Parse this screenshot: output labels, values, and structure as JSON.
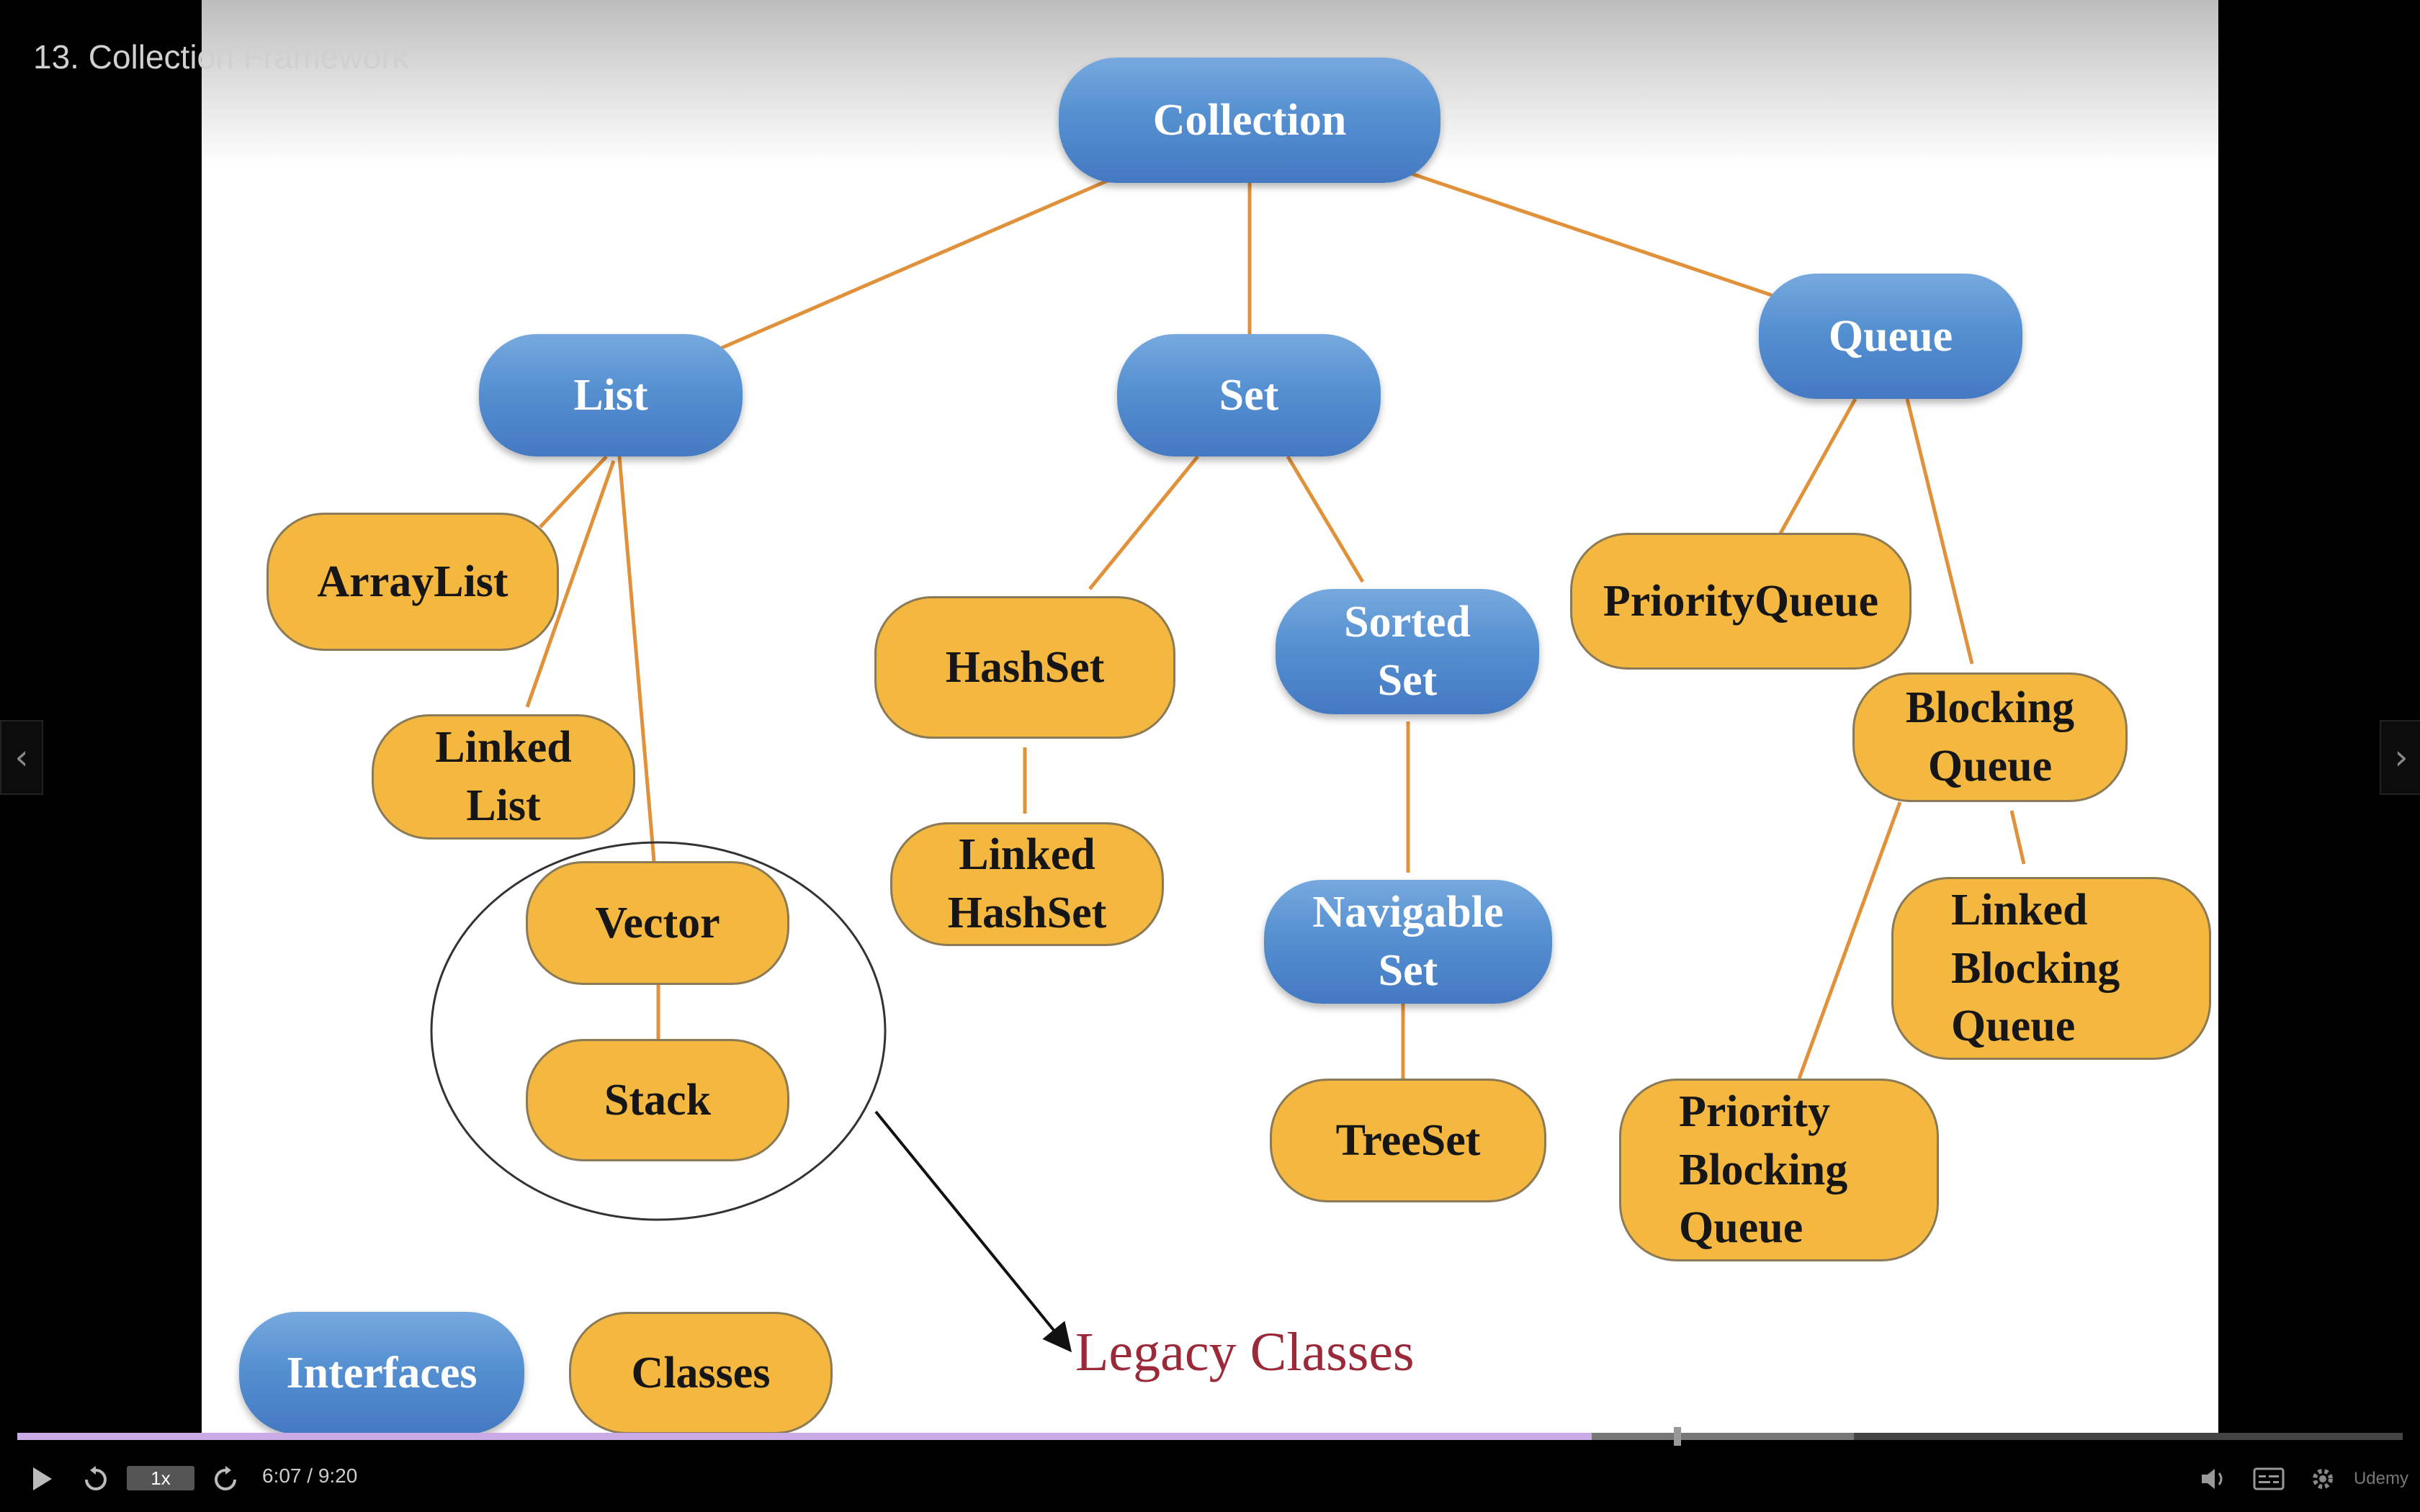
{
  "player": {
    "lecture_title": "13. Collection Framework",
    "speed": "1x",
    "time": "6:07 / 9:20",
    "progress_fraction": 0.66,
    "buffered_fraction": 0.77,
    "brand": "Udemy"
  },
  "diagram": {
    "nodes": {
      "collection": "Collection",
      "list": "List",
      "set": "Set",
      "queue": "Queue",
      "arraylist": "ArrayList",
      "linkedlist": "Linked List",
      "vector": "Vector",
      "stack": "Stack",
      "hashset": "HashSet",
      "linkedhashset": "Linked HashSet",
      "sortedset": "Sorted Set",
      "navigableset": "Navigable Set",
      "treeset": "TreeSet",
      "priorityqueue": "PriorityQueue",
      "blockingqueue": "Blocking Queue",
      "linkedblockingqueue": "Linked Blocking Queue",
      "priorityblockingqueue": "Priority Blocking Queue"
    },
    "legend": {
      "interfaces": "Interfaces",
      "classes": "Classes"
    },
    "annotation": "Legacy Classes",
    "colors": {
      "interface": "#5590d1",
      "class": "#f4b740",
      "connector": "#e0913a",
      "annotation": "#9a2a3a"
    }
  },
  "icons": [
    "play-icon",
    "rewind-icon",
    "forward-icon",
    "volume-icon",
    "captions-icon",
    "settings-icon",
    "fullscreen-icon",
    "chevron-left-icon",
    "chevron-right-icon"
  ]
}
